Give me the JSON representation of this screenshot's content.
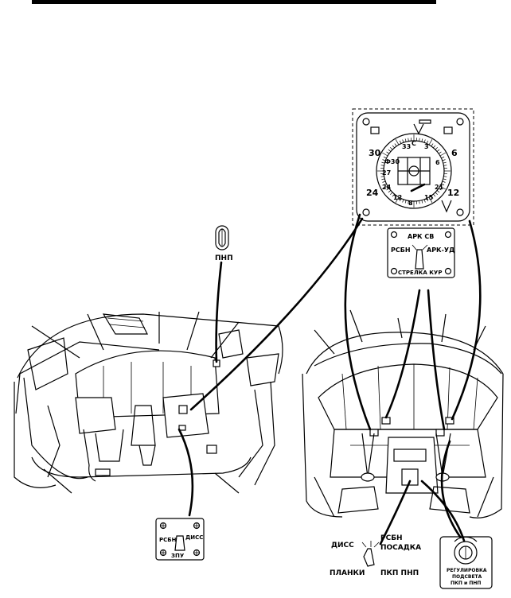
{
  "colors": {
    "ink": "#000000",
    "paper": "#ffffff"
  },
  "indicator": {
    "scale_outer": [
      "30",
      "6",
      "24",
      "12"
    ],
    "scale_inner": [
      "33",
      "C",
      "3",
      "6",
      "21",
      "15",
      "12",
      "8",
      "24"
    ],
    "inner_left": [
      "Ф30",
      "27"
    ]
  },
  "arc_switch": {
    "top": "АРК СВ",
    "left": "РСБН",
    "right": "АРК-УД",
    "bottom": "СТРЕЛКА КУР"
  },
  "pnp_label": "ПНП",
  "zpu_switch": {
    "left": "РСБН",
    "right": "ДИСС",
    "bottom": "ЗПУ"
  },
  "mode_switch": {
    "top_left": "ДИСС",
    "top_right_1": "РСБН",
    "top_right_2": "ПОСАДКА",
    "bottom_left": "ПЛАНКИ",
    "bottom_right": "ПКП ПНП"
  },
  "lighting_knob": {
    "line1": "РЕГУЛИРОВКА",
    "line2": "ПОДСВЕТА",
    "line3": "ПКП и ПНП"
  }
}
